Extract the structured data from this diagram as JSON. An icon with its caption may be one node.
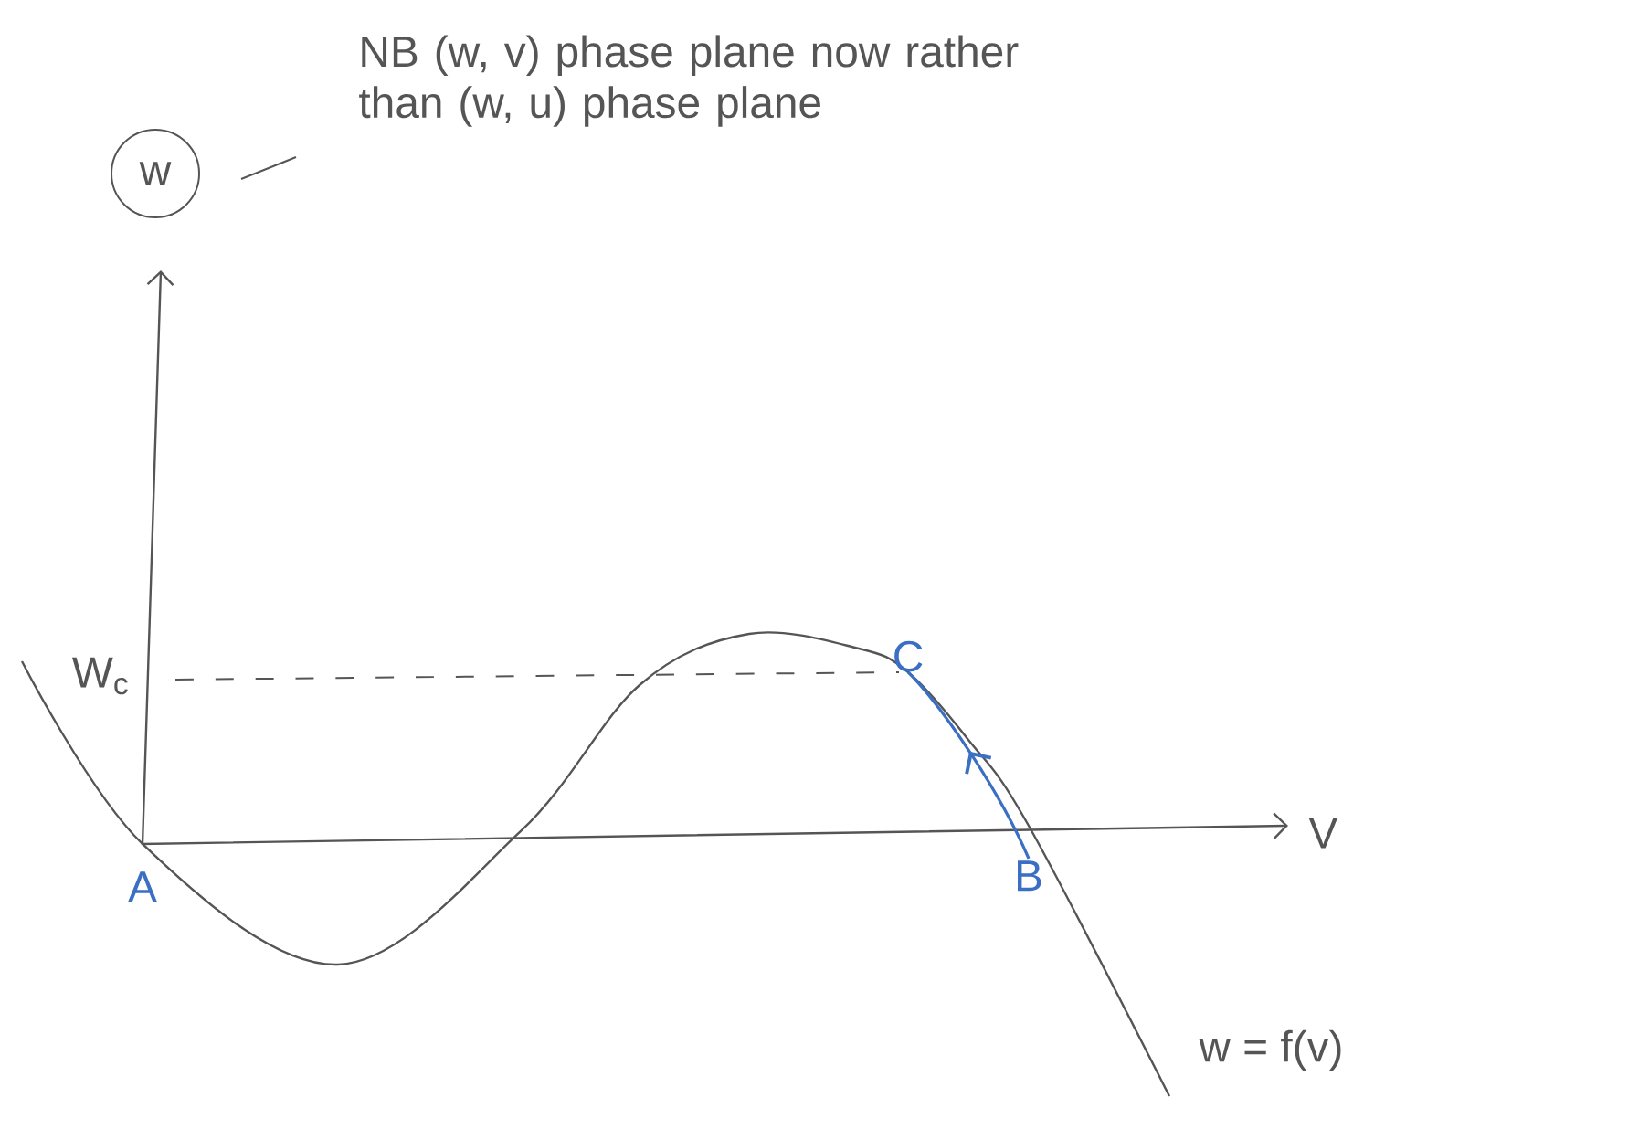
{
  "diagram": {
    "nodes": [
      {
        "text": [
          "w"
        ]
      },
      {
        "text": [
          "A"
        ]
      },
      {
        "text": [
          "B"
        ]
      },
      {
        "text": [
          "C"
        ]
      }
    ],
    "edges": [
      {
        "from": 2,
        "to": 3,
        "arrow": "to",
        "color": "#3a6fc4"
      }
    ],
    "labels": [
      "NB (w, v) phase plane now rather than (w, u) phase plane",
      "W$_{c}$",
      "V",
      "w = f(v)"
    ]
  }
}
